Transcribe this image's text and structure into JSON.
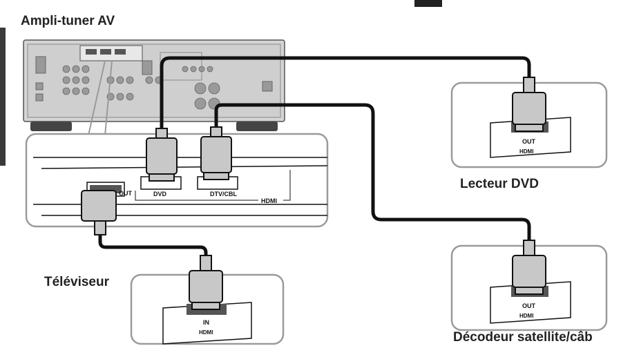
{
  "labels": {
    "amplifier": "Ampli-tuner AV",
    "dvd_player": "Lecteur DVD",
    "tv": "Téléviseur",
    "decoder": "Décodeur satellite/câb"
  },
  "ports": {
    "amp_out": "OUT",
    "amp_dvd": "DVD",
    "amp_dtv": "DTV/CBL",
    "amp_hdmi": "HDMI",
    "dvd_out": "OUT",
    "dvd_hdmi": "HDMI",
    "tv_in": "IN",
    "tv_hdmi": "HDMI",
    "sat_out": "OUT",
    "sat_hdmi": "HDMI"
  },
  "colors": {
    "device_fill": "#d4d4d4",
    "panel_border": "#9a9a9a",
    "connector": "#c8c8c8",
    "cable": "#111111"
  }
}
